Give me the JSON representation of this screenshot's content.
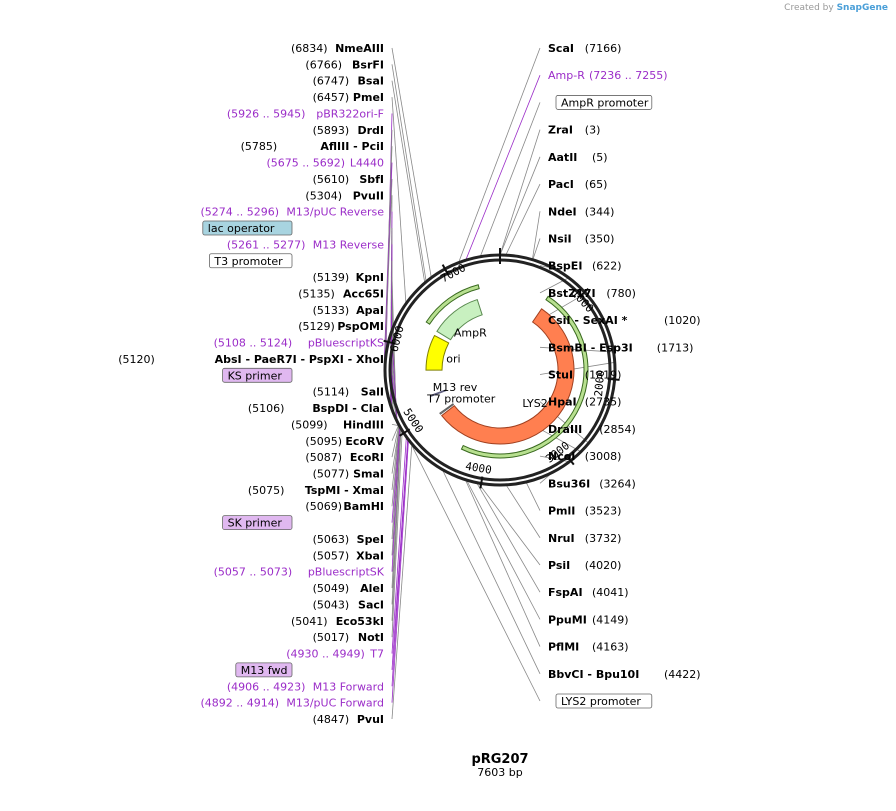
{
  "credit": {
    "prefix": "Created by",
    "brand": "SnapGene"
  },
  "map": {
    "name": "pRG207",
    "length_label": "7603 bp",
    "length": 7603
  },
  "ring_ticks": [
    {
      "label": "1000",
      "pos": 1000
    },
    {
      "label": "2000",
      "pos": 2000
    },
    {
      "label": "3000",
      "pos": 3000
    },
    {
      "label": "4000",
      "pos": 4000
    },
    {
      "label": "5000",
      "pos": 5000
    },
    {
      "label": "6000",
      "pos": 6000
    },
    {
      "label": "7000",
      "pos": 7000
    }
  ],
  "features": [
    {
      "name": "AmpR",
      "start": 6367,
      "end": 7225,
      "color": "#c8f0c0",
      "stroke": "#5a8a50"
    },
    {
      "name": "ori",
      "start": 5700,
      "end": 6289,
      "color": "#ffff00",
      "stroke": "#808000"
    },
    {
      "name": "LYS2",
      "start": 722,
      "end": 4900,
      "color": "#ff7f50",
      "stroke": "#a04020"
    },
    {
      "name": "M13 rev",
      "start": 5261,
      "end": 5277,
      "color": "#b0b0d0",
      "stroke": "#606080"
    },
    {
      "name": "T7 promoter",
      "start": 4930,
      "end": 4949,
      "color": "#ffffff",
      "stroke": "#606060"
    }
  ],
  "left_labels": [
    {
      "pos": "(6834)",
      "name": "NmeAIII",
      "kind": "enzyme",
      "site": 6834
    },
    {
      "pos": "(6766)",
      "name": "BsrFI",
      "kind": "enzyme",
      "site": 6766
    },
    {
      "pos": "(6747)",
      "name": "BsaI",
      "kind": "enzyme",
      "site": 6747
    },
    {
      "pos": "(6457)",
      "name": "PmeI",
      "kind": "enzyme",
      "site": 6457
    },
    {
      "pos": "(5926 .. 5945)",
      "name": "pBR322ori-F",
      "kind": "feature",
      "site": 5935
    },
    {
      "pos": "(5893)",
      "name": "DrdI",
      "kind": "enzyme",
      "site": 5893
    },
    {
      "pos": "(5785)",
      "name": "AflIII  - PciI",
      "kind": "enzyme",
      "site": 5785
    },
    {
      "pos": "(5675 .. 5692)",
      "name": "L4440",
      "kind": "feature",
      "site": 5683
    },
    {
      "pos": "(5610)",
      "name": "SbfI",
      "kind": "enzyme",
      "site": 5610
    },
    {
      "pos": "(5304)",
      "name": "PvuII",
      "kind": "enzyme",
      "site": 5304
    },
    {
      "pos": "(5274 .. 5296)",
      "name": "M13/pUC Reverse",
      "kind": "feature",
      "site": 5285
    },
    {
      "pos": "",
      "name": "lac operator",
      "kind": "boxed-blue",
      "site": 5250
    },
    {
      "pos": "(5261 .. 5277)",
      "name": "M13 Reverse",
      "kind": "feature",
      "site": 5269
    },
    {
      "pos": "",
      "name": "T3 promoter",
      "kind": "boxed-white",
      "site": 5220
    },
    {
      "pos": "(5139)",
      "name": "KpnI",
      "kind": "enzyme",
      "site": 5139
    },
    {
      "pos": "(5135)",
      "name": "Acc65I",
      "kind": "enzyme",
      "site": 5135
    },
    {
      "pos": "(5133)",
      "name": "ApaI",
      "kind": "enzyme",
      "site": 5133
    },
    {
      "pos": "(5129)",
      "name": "PspOMI",
      "kind": "enzyme",
      "site": 5129
    },
    {
      "pos": "(5108 .. 5124)",
      "name": "pBluescriptKS",
      "kind": "feature",
      "site": 5116
    },
    {
      "pos": "(5120)",
      "name": "AbsI  - PaeR7I  - PspXI  - XhoI",
      "kind": "enzyme",
      "site": 5120
    },
    {
      "pos": "",
      "name": "KS primer",
      "kind": "boxed-purple",
      "site": 5116
    },
    {
      "pos": "(5114)",
      "name": "SalI",
      "kind": "enzyme",
      "site": 5114
    },
    {
      "pos": "(5106)",
      "name": "BspDI  - ClaI",
      "kind": "enzyme",
      "site": 5106
    },
    {
      "pos": "(5099)",
      "name": "HindIII",
      "kind": "enzyme",
      "site": 5099
    },
    {
      "pos": "(5095)",
      "name": "EcoRV",
      "kind": "enzyme",
      "site": 5095
    },
    {
      "pos": "(5087)",
      "name": "EcoRI",
      "kind": "enzyme",
      "site": 5087
    },
    {
      "pos": "(5077)",
      "name": "SmaI",
      "kind": "enzyme",
      "site": 5077
    },
    {
      "pos": "(5075)",
      "name": "TspMI  - XmaI",
      "kind": "enzyme",
      "site": 5075
    },
    {
      "pos": "(5069)",
      "name": "BamHI",
      "kind": "enzyme",
      "site": 5069
    },
    {
      "pos": "",
      "name": "SK primer",
      "kind": "boxed-purple",
      "site": 5065
    },
    {
      "pos": "(5063)",
      "name": "SpeI",
      "kind": "enzyme",
      "site": 5063
    },
    {
      "pos": "(5057)",
      "name": "XbaI",
      "kind": "enzyme",
      "site": 5057
    },
    {
      "pos": "(5057 .. 5073)",
      "name": "pBluescriptSK",
      "kind": "feature",
      "site": 5065
    },
    {
      "pos": "(5049)",
      "name": "AleI",
      "kind": "enzyme",
      "site": 5049
    },
    {
      "pos": "(5043)",
      "name": "SacI",
      "kind": "enzyme",
      "site": 5043
    },
    {
      "pos": "(5041)",
      "name": "Eco53kI",
      "kind": "enzyme",
      "site": 5041
    },
    {
      "pos": "(5017)",
      "name": "NotI",
      "kind": "enzyme",
      "site": 5017
    },
    {
      "pos": "(4930 .. 4949)",
      "name": "T7",
      "kind": "feature",
      "site": 4940
    },
    {
      "pos": "",
      "name": "M13 fwd",
      "kind": "boxed-purple",
      "site": 4915
    },
    {
      "pos": "(4906 .. 4923)",
      "name": "M13 Forward",
      "kind": "feature",
      "site": 4914
    },
    {
      "pos": "(4892 .. 4914)",
      "name": "M13/pUC Forward",
      "kind": "feature",
      "site": 4903
    },
    {
      "pos": "(4847)",
      "name": "PvuI",
      "kind": "enzyme",
      "site": 4847
    }
  ],
  "right_labels": [
    {
      "pos": "(7166)",
      "name": "ScaI",
      "kind": "enzyme",
      "site": 7166
    },
    {
      "pos": "(7236 .. 7255)",
      "name": "Amp-R",
      "kind": "feature",
      "site": 7245
    },
    {
      "pos": "",
      "name": "AmpR promoter",
      "kind": "boxed-white",
      "site": 7400
    },
    {
      "pos": "(3)",
      "name": "ZraI",
      "kind": "enzyme",
      "site": 3
    },
    {
      "pos": "(5)",
      "name": "AatII",
      "kind": "enzyme",
      "site": 5
    },
    {
      "pos": "(65)",
      "name": "PacI",
      "kind": "enzyme",
      "site": 65
    },
    {
      "pos": "(344)",
      "name": "NdeI",
      "kind": "enzyme",
      "site": 344
    },
    {
      "pos": "(350)",
      "name": "NsiI",
      "kind": "enzyme",
      "site": 350
    },
    {
      "pos": "(622)",
      "name": "BspEI",
      "kind": "enzyme",
      "site": 622
    },
    {
      "pos": "(780)",
      "name": "BstZ17I",
      "kind": "enzyme",
      "site": 780
    },
    {
      "pos": "(1020)",
      "name": "CsiI  - SexAI *",
      "kind": "enzyme",
      "site": 1020
    },
    {
      "pos": "(1713)",
      "name": "BsmBI  - Esp3I",
      "kind": "enzyme",
      "site": 1713
    },
    {
      "pos": "(1819)",
      "name": "StuI",
      "kind": "enzyme",
      "site": 1819
    },
    {
      "pos": "(2735)",
      "name": "HpaI",
      "kind": "enzyme",
      "site": 2735
    },
    {
      "pos": "(2854)",
      "name": "DraIII",
      "kind": "enzyme",
      "site": 2854
    },
    {
      "pos": "(3008)",
      "name": "NcoI",
      "kind": "enzyme",
      "site": 3008
    },
    {
      "pos": "(3264)",
      "name": "Bsu36I",
      "kind": "enzyme",
      "site": 3264
    },
    {
      "pos": "(3523)",
      "name": "PmlI",
      "kind": "enzyme",
      "site": 3523
    },
    {
      "pos": "(3732)",
      "name": "NruI",
      "kind": "enzyme",
      "site": 3732
    },
    {
      "pos": "(4020)",
      "name": "PsiI",
      "kind": "enzyme",
      "site": 4020
    },
    {
      "pos": "(4041)",
      "name": "FspAI",
      "kind": "enzyme",
      "site": 4041
    },
    {
      "pos": "(4149)",
      "name": "PpuMI",
      "kind": "enzyme",
      "site": 4149
    },
    {
      "pos": "(4163)",
      "name": "PflMI",
      "kind": "enzyme",
      "site": 4163
    },
    {
      "pos": "(4422)",
      "name": "BbvCI  - Bpu10I",
      "kind": "enzyme",
      "site": 4422
    },
    {
      "pos": "",
      "name": "LYS2 promoter",
      "kind": "boxed-white",
      "site": 4850
    }
  ],
  "colors": {
    "feature_text": "#9b2dc8",
    "lac_operator_box": "#a8d4e0",
    "primer_box": "#e0b8f0",
    "enzyme_line": "#888888"
  }
}
